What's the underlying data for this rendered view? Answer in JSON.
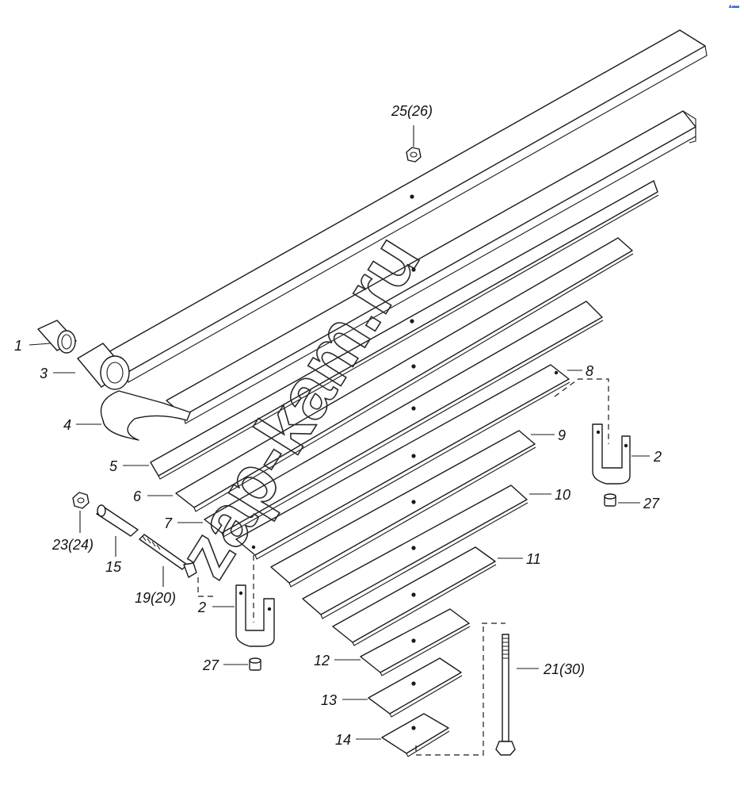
{
  "labels": {
    "l1": "1",
    "l3": "3",
    "l4": "4",
    "l5": "5",
    "l6": "6",
    "l7": "7",
    "l8": "8",
    "l9": "9",
    "l10": "10",
    "l11": "11",
    "l12": "12",
    "l13": "13",
    "l14": "14",
    "l15": "15",
    "l2_left": "2",
    "l2_right": "2",
    "l27_left": "27",
    "l27_right": "27",
    "l19_20": "19(20)",
    "l21_30": "21(30)",
    "l23_24": "23(24)",
    "l25_26": "25(26)"
  },
  "watermark": "zap-kam.ru",
  "corner_mark": "▴▬"
}
